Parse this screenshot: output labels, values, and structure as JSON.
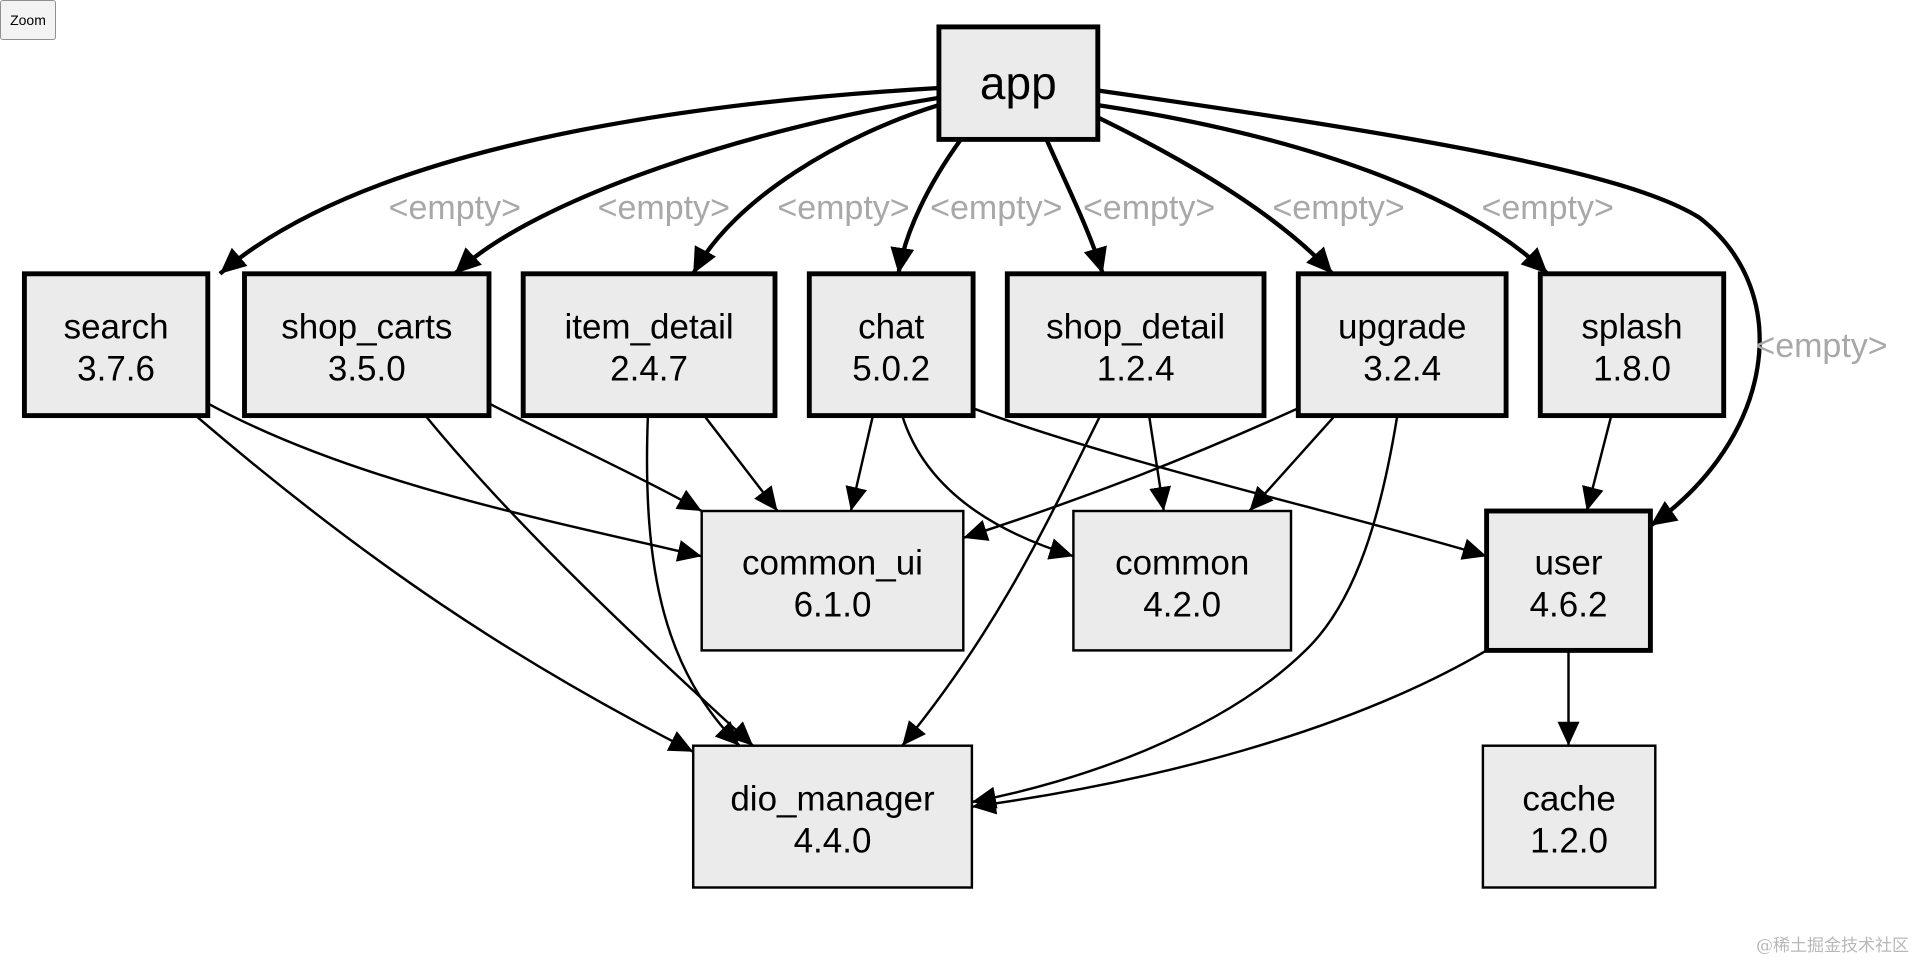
{
  "toolbar": {
    "zoom_label": "Zoom"
  },
  "watermark": "@稀土掘金技术社区",
  "graph": {
    "nodes": [
      {
        "id": "app",
        "name": "app",
        "version": ""
      },
      {
        "id": "search",
        "name": "search",
        "version": "3.7.6"
      },
      {
        "id": "shop_carts",
        "name": "shop_carts",
        "version": "3.5.0"
      },
      {
        "id": "item_detail",
        "name": "item_detail",
        "version": "2.4.7"
      },
      {
        "id": "chat",
        "name": "chat",
        "version": "5.0.2"
      },
      {
        "id": "shop_detail",
        "name": "shop_detail",
        "version": "1.2.4"
      },
      {
        "id": "upgrade",
        "name": "upgrade",
        "version": "3.2.4"
      },
      {
        "id": "splash",
        "name": "splash",
        "version": "1.8.0"
      },
      {
        "id": "common_ui",
        "name": "common_ui",
        "version": "6.1.0"
      },
      {
        "id": "common",
        "name": "common",
        "version": "4.2.0"
      },
      {
        "id": "user",
        "name": "user",
        "version": "4.6.2"
      },
      {
        "id": "dio_manager",
        "name": "dio_manager",
        "version": "4.4.0"
      },
      {
        "id": "cache",
        "name": "cache",
        "version": "1.2.0"
      }
    ],
    "edges": [
      {
        "from": "app",
        "to": "search",
        "label": "<empty>"
      },
      {
        "from": "app",
        "to": "shop_carts",
        "label": "<empty>"
      },
      {
        "from": "app",
        "to": "item_detail",
        "label": "<empty>"
      },
      {
        "from": "app",
        "to": "chat",
        "label": "<empty>"
      },
      {
        "from": "app",
        "to": "shop_detail",
        "label": "<empty>"
      },
      {
        "from": "app",
        "to": "upgrade",
        "label": "<empty>"
      },
      {
        "from": "app",
        "to": "splash",
        "label": "<empty>"
      },
      {
        "from": "app",
        "to": "user",
        "label": "<empty>"
      },
      {
        "from": "search",
        "to": "common_ui",
        "label": ""
      },
      {
        "from": "search",
        "to": "dio_manager",
        "label": ""
      },
      {
        "from": "shop_carts",
        "to": "common_ui",
        "label": ""
      },
      {
        "from": "shop_carts",
        "to": "dio_manager",
        "label": ""
      },
      {
        "from": "item_detail",
        "to": "common_ui",
        "label": ""
      },
      {
        "from": "item_detail",
        "to": "dio_manager",
        "label": ""
      },
      {
        "from": "chat",
        "to": "common_ui",
        "label": ""
      },
      {
        "from": "chat",
        "to": "common",
        "label": ""
      },
      {
        "from": "chat",
        "to": "user",
        "label": ""
      },
      {
        "from": "shop_detail",
        "to": "common",
        "label": ""
      },
      {
        "from": "shop_detail",
        "to": "dio_manager",
        "label": ""
      },
      {
        "from": "upgrade",
        "to": "common_ui",
        "label": ""
      },
      {
        "from": "upgrade",
        "to": "common",
        "label": ""
      },
      {
        "from": "upgrade",
        "to": "dio_manager",
        "label": ""
      },
      {
        "from": "splash",
        "to": "user",
        "label": ""
      },
      {
        "from": "user",
        "to": "cache",
        "label": ""
      },
      {
        "from": "user",
        "to": "dio_manager",
        "label": ""
      }
    ]
  }
}
